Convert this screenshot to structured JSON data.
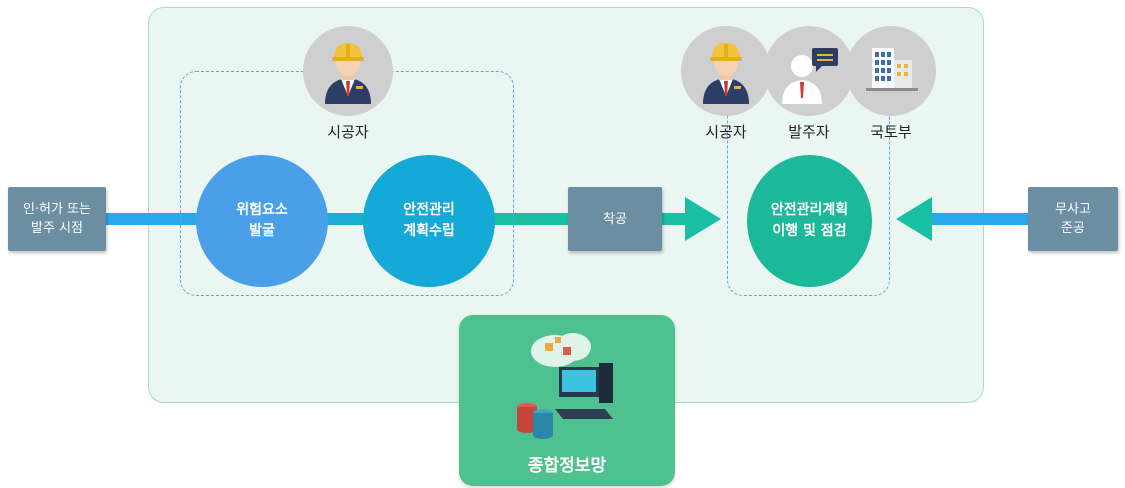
{
  "left_box": "인·허가 또는\n발주 시점",
  "right_box": "무사고\n준공",
  "start_box": "착공",
  "left_group": {
    "role": "시공자",
    "circle1": "위험요소\n발굴",
    "circle2": "안전관리\n계획수립"
  },
  "right_group": {
    "roles": [
      "시공자",
      "발주자",
      "국토부"
    ],
    "circle": "안전관리계획\n이행 및 점검"
  },
  "info_system": "종합정보망",
  "colors": {
    "panel": "#eaf6f1",
    "blue_circle": "#4a9fe8",
    "cyan_circle": "#14a9d6",
    "teal_circle": "#1bb89a",
    "bar_blue": "#2aa9e8",
    "bar_teal": "#19bfa3",
    "box": "#6b8ea3",
    "info": "#4fc08f"
  },
  "icons": [
    "worker-icon",
    "client-icon",
    "building-icon",
    "computer-database-icon",
    "arrow-right-icon",
    "arrow-left-icon"
  ]
}
